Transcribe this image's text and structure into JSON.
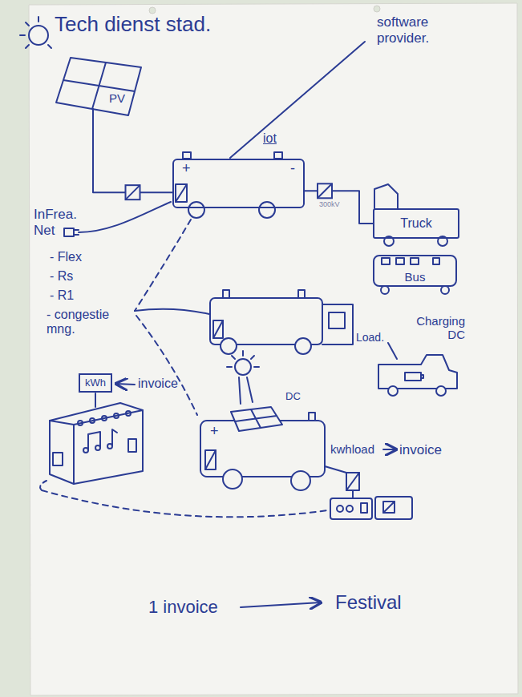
{
  "diagram": {
    "nodes": [
      {
        "text": [
          "PV"
        ]
      },
      {
        "text": [
          "+",
          "-"
        ]
      },
      {
        "text": [
          "Truck"
        ]
      },
      {
        "text": [
          "Bus"
        ]
      },
      {
        "text": [
          "Charging DC"
        ]
      },
      {
        "text": [
          "kWh"
        ]
      }
    ],
    "edges": [
      {
        "from": 0,
        "to": 1,
        "arrow": "none"
      },
      {
        "from": 1,
        "to": 2,
        "arrow": "none"
      }
    ],
    "labels": [
      "Tech dienst stad.",
      "software provider.",
      "iot",
      "300kV",
      "InFrea. Net",
      "- Flex",
      "- Rs",
      "- R1",
      "- congestie mng.",
      "Load.",
      "invoice",
      "+",
      "DC",
      "kwhload",
      "invoice",
      "1 invoice",
      "Festival"
    ]
  }
}
